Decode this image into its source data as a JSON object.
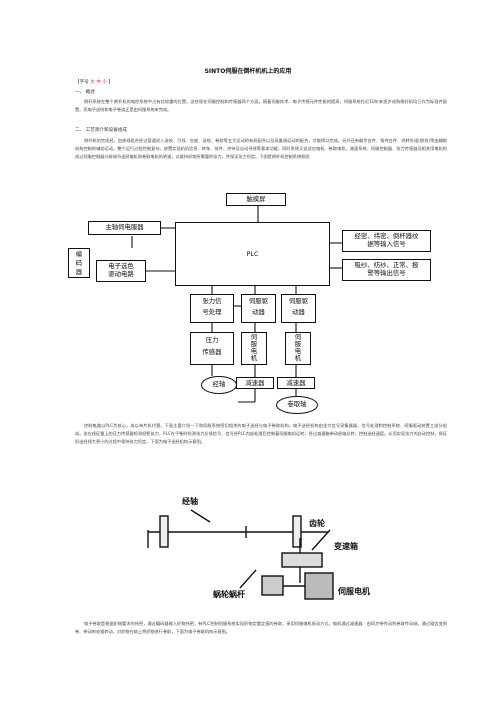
{
  "doc": {
    "title": "SINTO伺服在倒杆机机上的应用",
    "font_size": {
      "prefix": "【字号",
      "large": "大",
      "medium": "中",
      "small": "小",
      "suffix": "】"
    },
    "section1": {
      "heading": "一、 概述",
      "para": "倒杆系统在整个倒杆机的电控系统中占有比较重的位置。这些现在伺服控制和传感器两个方面。随着伺服技术、电子传感元件性能的提高，伺服系统在近10年来逐步成熟倒杆机均已作为标准件配置。而电子送绞和电子卷绕正是由伺服系统来完成。"
    },
    "section2": {
      "heading": "二、 工艺简介和设备组成",
      "para": "倒杆机的完成经，由放线组合经过管道进入送绞、引线、台座、送绞、卷取等五大运动的有机配合以及风量调运动的配合，才能得以完成。另外还有剩余台件、铸件台件、终转外组(换线)等由辅助机构控制的辅助运动。整个运行过程控制复杂。放置实现机机信息、转车、排件、终待及自动寻线等基本功能，同时系统又自适应电机、卷取电机、减速系统、伺服控制器、张力传感器及相关用电机构成过伺服控制器分辨调节送经电机和卷取电机的转速，以维持织物所需要的张力，并保证张力恒定。下图是倒杆机控制系统框图"
    },
    "diagram": {
      "touch_screen": "触摸屏",
      "main_motor": "主轴伺电服器",
      "plc": "PLC",
      "input_signals": "经密、纬密、倒杆器纹\n据等输入信号",
      "output_signals": "吸纱、纺纱、正常、报\n警等输出信号",
      "encoder": "编\n码\n器",
      "electronic_control": "电子选色\n驱动电路",
      "tension_signal": "张力信\n号处理",
      "servo_drive1": "伺服驱\n动器",
      "servo_drive2": "伺服驱\n动器",
      "pressure_sensor": "压力\n传感器",
      "servo_motor1": "伺\n服\n电\n机",
      "servo_motor2": "伺\n服\n电\n机",
      "reducer1": "减速器",
      "reducer2": "减速器",
      "warp_beam": "经轴",
      "take_up": "卷取轴"
    },
    "section3": {
      "para": "控制电路以PLC为核心，成以单片机代替。下面主要介绍一下和伺服系统密切相关的电子送经与电子卷取机构。电子送经机构由张力信号采集器器、信号处理和控制系统、伺服驱动装置三部分组成。张在线征量上的压力传感器检测经影张力，PLC在平衡时检测张力反馈信号，信号经PLC内部处理后控制着伺服电机运转，经过减速箱带动经轴反转，控制送经速度。从而实现张力的自动控制，保证织出经线大更小的过程中保持张力恒定。下面为电子送经机构示意图。"
    },
    "mechanism": {
      "warp_axis": "经轴",
      "worm_gear": "齿轮",
      "gearbox": "变速箱",
      "worm_wheel": "蜗轮蜗杆",
      "servo_motor": "伺服电机"
    },
    "section4": {
      "para": "电子卷取是根据织物要求的纬密，通过编码器输入织物纬密，有PLC控制伺服系统实现织物定量定速的卷取，采用伺服电机驱动方式，电机通过减速器、由同步带传动到卷取传动轴，通过辊齿变到卷、带动刺毛辊转动，对织物在轴上将织物进行卷取，下面为电子卷取机构示意图。"
    }
  }
}
